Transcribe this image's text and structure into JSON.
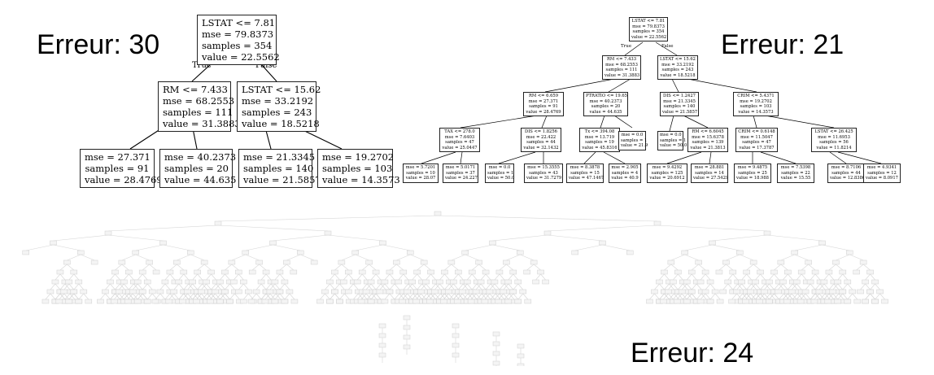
{
  "labels": {
    "tree_a_error": "Erreur: 30",
    "tree_b_error": "Erreur: 21",
    "tree_c_error": "Erreur: 24"
  },
  "edge_labels": {
    "true": "True",
    "false": "False"
  },
  "tree_a": {
    "root": [
      "LSTAT <= 7.81",
      "mse = 79.8373",
      "samples = 354",
      "value = 22.5562"
    ],
    "left": [
      "RM <= 7.433",
      "mse = 68.2553",
      "samples = 111",
      "value = 31.3883"
    ],
    "right": [
      "LSTAT <= 15.62",
      "mse = 33.2192",
      "samples = 243",
      "value = 18.5218"
    ],
    "ll": [
      "mse = 27.371",
      "samples = 91",
      "value = 28.4769"
    ],
    "lr": [
      "mse = 40.2373",
      "samples = 20",
      "value = 44.635"
    ],
    "rl": [
      "mse = 21.3345",
      "samples = 140",
      "value = 21.5857"
    ],
    "rr": [
      "mse = 19.2702",
      "samples = 103",
      "value = 14.3573"
    ]
  },
  "tree_b": {
    "n0": [
      "LSTAT <= 7.81",
      "mse = 79.8373",
      "samples = 354",
      "value = 22.5562"
    ],
    "n1": [
      "RM <= 7.433",
      "mse = 68.2553",
      "samples = 111",
      "value = 31.3883"
    ],
    "n2": [
      "LSTAT <= 15.62",
      "mse = 33.2192",
      "samples = 243",
      "value = 18.5218"
    ],
    "n3": [
      "RM <= 6.659",
      "mse = 27.371",
      "samples = 91",
      "value = 28.4769"
    ],
    "n4": [
      "PTRATIO <= 19.65",
      "mse = 40.2373",
      "samples = 20",
      "value = 44.635"
    ],
    "n5": [
      "DIS <= 1.2427",
      "mse = 21.3345",
      "samples = 140",
      "value = 21.5857"
    ],
    "n6": [
      "CRIM <= 5.4371",
      "mse = 19.2702",
      "samples = 103",
      "value = 14.3573"
    ],
    "n7": [
      "TAX <= 278.0",
      "mse = 7.6403",
      "samples = 47",
      "value = 25.0447"
    ],
    "n8": [
      "DIS <= 1.8256",
      "mse = 22.422",
      "samples = 44",
      "value = 32.1432"
    ],
    "n9": [
      "Tx <= 394.08",
      "mse = 13.719",
      "samples = 19",
      "value = 45.8316"
    ],
    "n10": [
      "mse = 0.0",
      "samples = 1",
      "value = 21.9"
    ],
    "n11": [
      "mse = 0.0",
      "samples = 1",
      "value = 50.0"
    ],
    "n12": [
      "RM <= 6.6045",
      "mse = 15.6378",
      "samples = 139",
      "value = 21.3813"
    ],
    "n13": [
      "CRIM <= 0.6148",
      "mse = 11.5047",
      "samples = 47",
      "value = 17.3787"
    ],
    "n14": [
      "LSTAT <= 26.425",
      "mse = 11.6953",
      "samples = 56",
      "value = 11.8214"
    ],
    "n15": [
      "mse = 5.7201",
      "samples = 10",
      "value = 28.07"
    ],
    "n16": [
      "mse = 5.0171",
      "samples = 37",
      "value = 24.227"
    ],
    "n17": [
      "mse = 0.0",
      "samples = 1",
      "value = 50.0"
    ],
    "n18": [
      "mse = 15.3555",
      "samples = 43",
      "value = 31.7279"
    ],
    "n19": [
      "mse = 8.3878",
      "samples = 15",
      "value = 47.1467"
    ],
    "n20": [
      "mse = 2.905",
      "samples = 4",
      "value = 40.9"
    ],
    "n21": [
      "mse = 9.4292",
      "samples = 125",
      "value = 20.6912"
    ],
    "n22": [
      "mse = 28.881",
      "samples = 14",
      "value = 27.5429"
    ],
    "n23": [
      "mse = 9.4875",
      "samples = 25",
      "value = 18.988"
    ],
    "n24": [
      "mse = 7.5398",
      "samples = 22",
      "value = 15.55"
    ],
    "n25": [
      "mse = 8.7106",
      "samples = 44",
      "value = 12.8386"
    ],
    "n26": [
      "mse = 4.9341",
      "samples = 12",
      "value = 8.0917"
    ]
  }
}
